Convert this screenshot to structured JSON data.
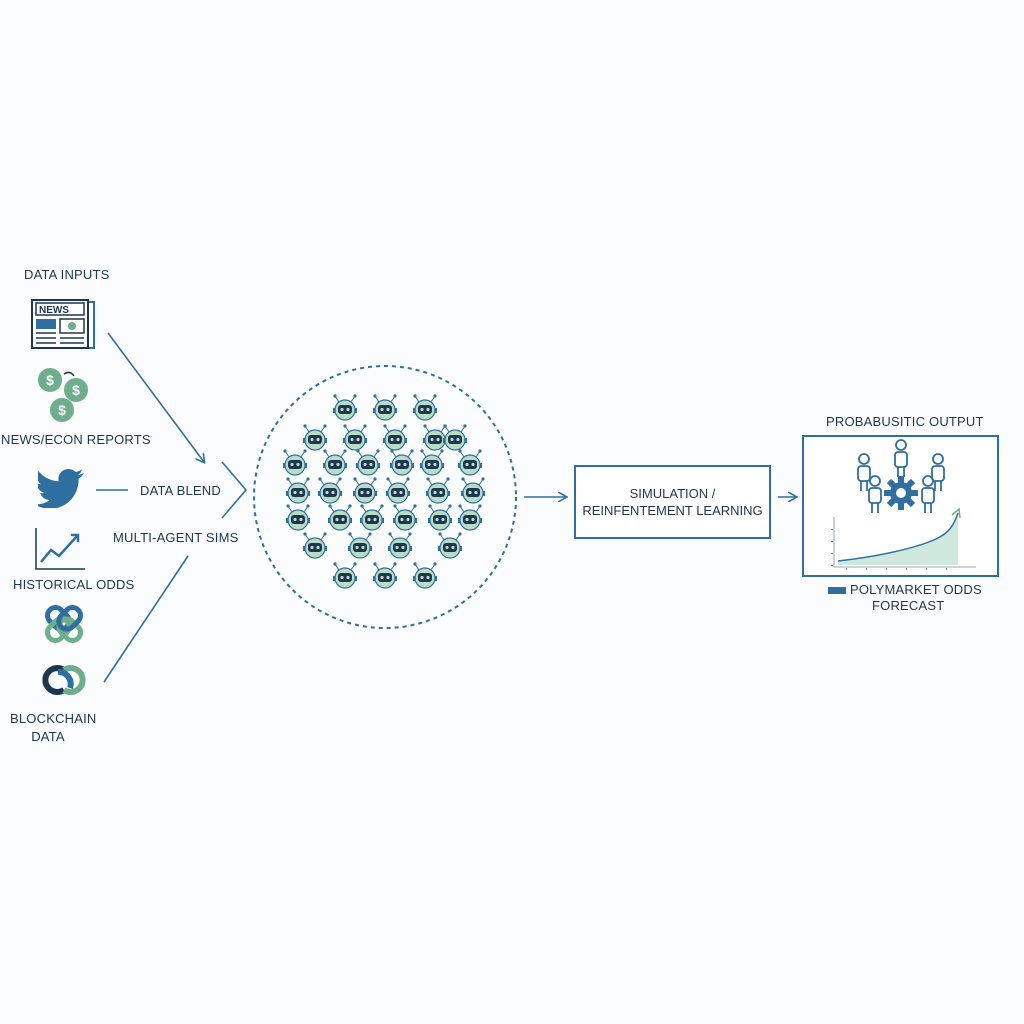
{
  "inputs": {
    "title": "DATA INPUTS",
    "newspaper_text": "NEWS",
    "news_econ_label": "NEWS/ECON REPORTS",
    "historical_label": "HISTORICAL ODDS",
    "blockchain_label_line1": "BLOCKCHAIN",
    "blockchain_label_line2": "DATA"
  },
  "flow": {
    "data_blend": "DATA BLEND",
    "multi_agent": "MULTI-AGENT SIMS"
  },
  "simulation": {
    "line1": "SIMULATION /",
    "line2": "REINFENTEMENT LEARNING"
  },
  "output": {
    "title": "PROBABUSITIC OUTPUT",
    "legend_line1": "POLYMARKET ODDS",
    "legend_line2": "FORECAST"
  },
  "colors": {
    "primary": "#2f6f9f",
    "navy": "#1e3550",
    "green": "#6fae8c",
    "agent_fill": "#b9dcc6",
    "area_fill": "#cfe8dd"
  },
  "icons": [
    "newspaper-icon",
    "dollar-coins-icon",
    "twitter-bird-icon",
    "trend-line-icon",
    "chain-link-icon",
    "loop-link-icon",
    "robot-agent-icon",
    "people-icon",
    "gear-icon"
  ]
}
